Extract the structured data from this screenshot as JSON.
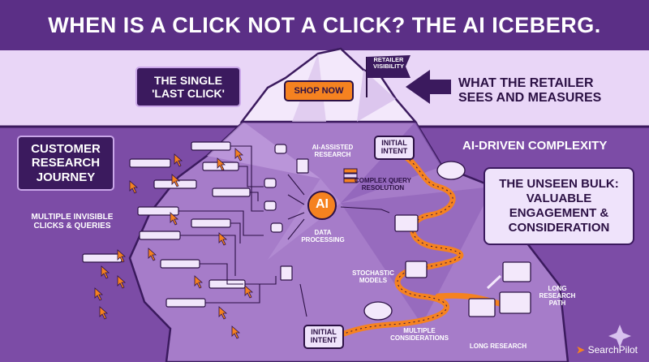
{
  "title": "WHEN IS A CLICK NOT A CLICK? THE AI ICEBERG.",
  "tip": {
    "last_click": "THE SINGLE 'LAST CLICK'",
    "shop_now": "SHOP NOW",
    "flag": "RETAILER VISIBILITY",
    "retailer_sees": "WHAT THE RETAILER SEES AND MEASURES"
  },
  "left": {
    "journey": "CUSTOMER RESEARCH JOURNEY",
    "invisible": "MULTIPLE INVISIBLE CLICKS & QUERIES"
  },
  "center": {
    "ai_research": "AI-ASSISTED RESEARCH",
    "ai_node": "AI",
    "data_processing": "DATA PROCESSING",
    "complex_query": "COMPLEX QUERY RESOLUTION",
    "stochastic": "STOCHASTIC MODELS"
  },
  "right": {
    "ai_complexity": "AI-DRIVEN COMPLEXITY",
    "unseen_bulk": "THE UNSEEN BULK: VALUABLE ENGAGEMENT & CONSIDERATION",
    "initial_intent_top": "INITIAL INTENT",
    "initial_intent_bottom": "INITIAL INTENT",
    "long_research_path": "LONG RESEARCH PATH",
    "long_research": "LONG RESEARCH",
    "multiple_considerations": "MULTIPLE CONSIDERATIONS"
  },
  "brand": {
    "name": "SearchPilot"
  },
  "colors": {
    "header": "#5b2f86",
    "sky": "#e9d6f7",
    "water": "#7c4ca6",
    "iceberg_top": "#f3e8fb",
    "iceberg_under": "#b58bd6",
    "path": "#f58220",
    "dark": "#3b1a5e"
  }
}
